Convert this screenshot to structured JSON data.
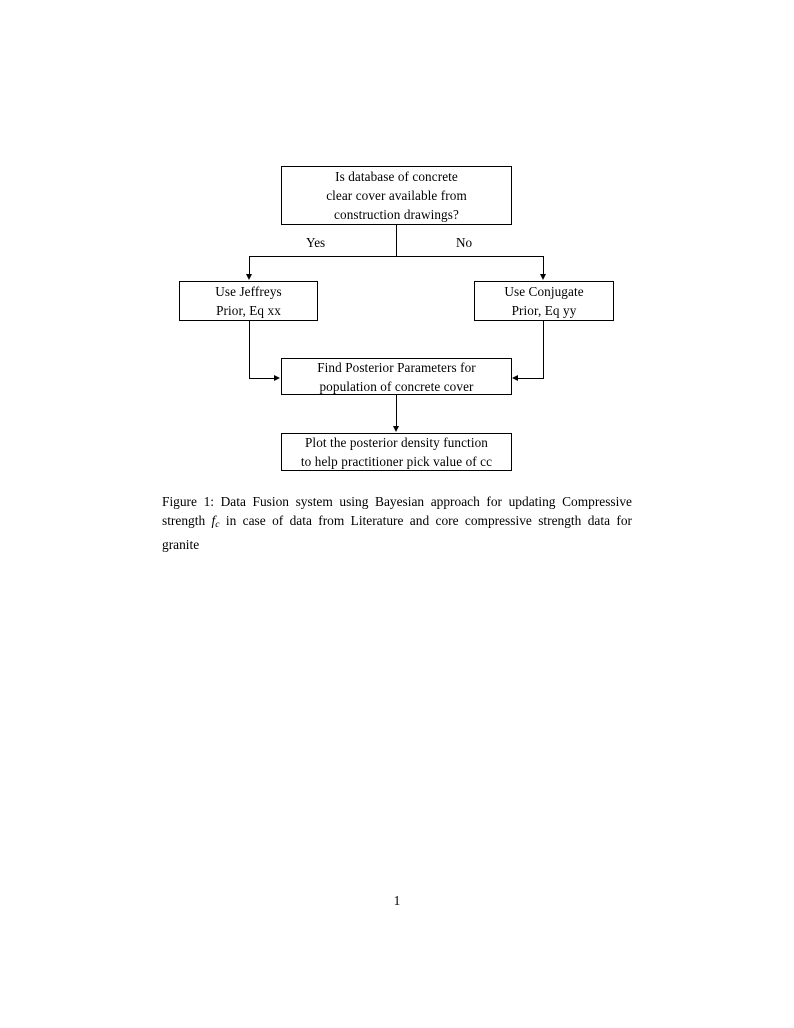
{
  "document": {
    "page_number": "1",
    "background_color": "#ffffff",
    "text_color": "#000000"
  },
  "figure": {
    "nodes": [
      {
        "id": "question",
        "lines": [
          "Is database of concrete",
          "clear cover available from",
          "construction drawings?"
        ]
      },
      {
        "id": "jeffreys",
        "lines": [
          "Use Jeffreys",
          "Prior, Eq xx"
        ]
      },
      {
        "id": "conjugate",
        "lines": [
          "Use Conjugate",
          "Prior, Eq yy"
        ]
      },
      {
        "id": "posterior",
        "lines": [
          "Find Posterior Parameters for",
          "population of concrete cover"
        ]
      },
      {
        "id": "plot",
        "lines": [
          "Plot the posterior density function",
          "to help practitioner pick value of cc"
        ]
      }
    ],
    "edge_labels": {
      "yes": "Yes",
      "no": "No"
    }
  },
  "caption": {
    "prefix": "Figure 1:",
    "part1": " Data Fusion system using Bayesian approach for updating Compressive strength ",
    "symbol": "f",
    "symbol_subscript": "c",
    "part2": " in case of data from Literature and core compressive strength data for granite"
  }
}
